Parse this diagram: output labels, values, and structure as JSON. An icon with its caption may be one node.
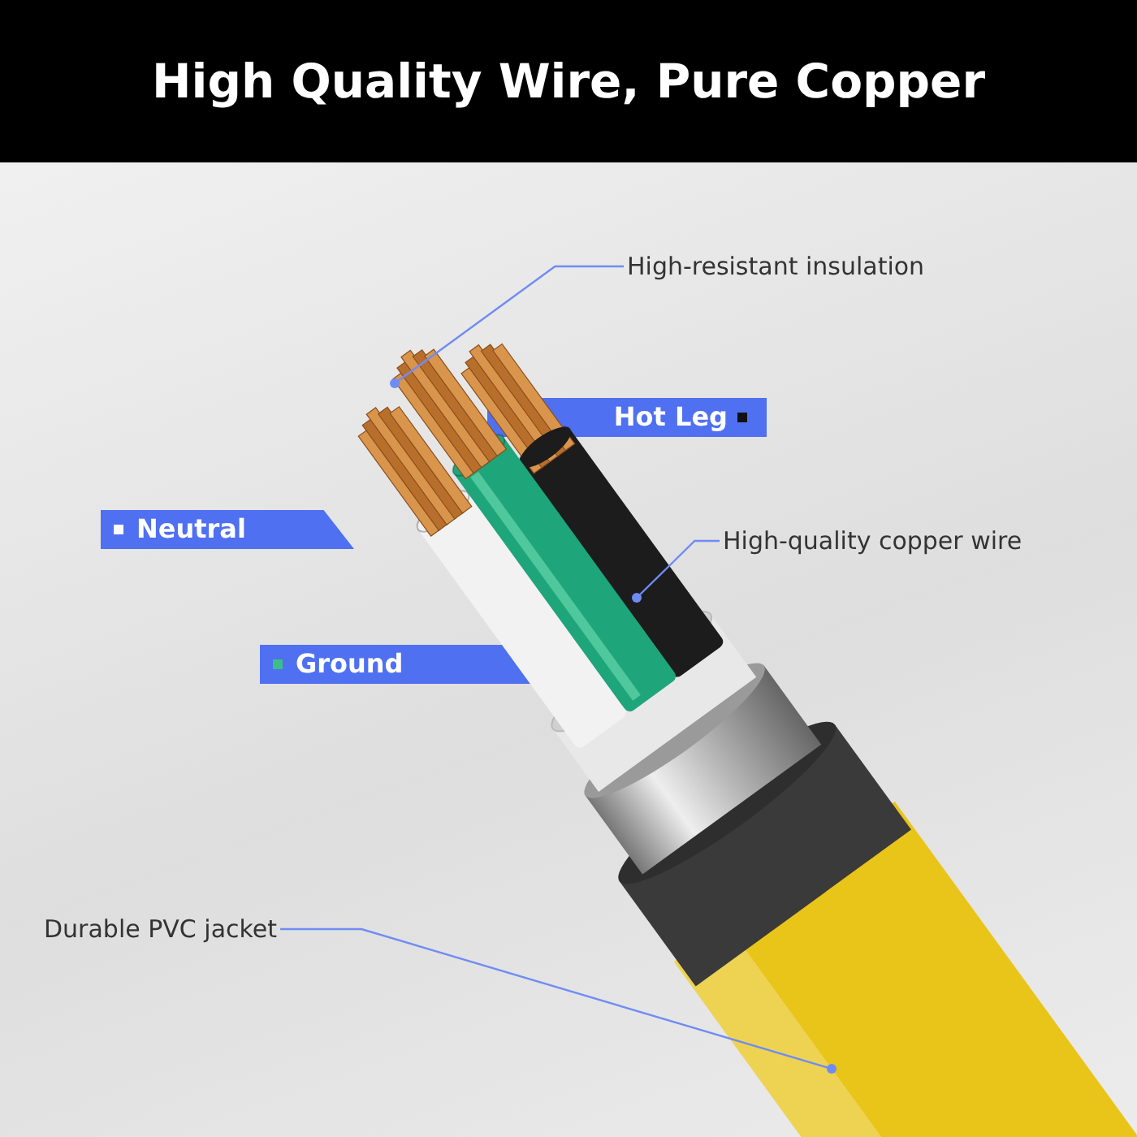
{
  "diagram": {
    "title": "High Quality Wire, Pure Copper",
    "nodes": [
      {
        "text": [
          "High-resistant insulation"
        ]
      },
      {
        "text": [],
        "shape": "picture"
      },
      {
        "text": [
          "Hot Leg"
        ]
      },
      {
        "text": [
          "Neutral"
        ]
      },
      {
        "text": [
          "High-quality copper wire"
        ]
      },
      {
        "text": [],
        "shape": "picture"
      },
      {
        "text": [
          "Ground"
        ]
      },
      {
        "text": [
          "Durable PVC jacket"
        ]
      },
      {
        "text": [],
        "shape": "picture"
      }
    ],
    "edges": [
      {
        "from": 0,
        "to": 1,
        "arrow": "other"
      },
      {
        "from": 4,
        "to": 5,
        "arrow": "other"
      },
      {
        "from": 7,
        "to": 8,
        "arrow": "other"
      }
    ]
  }
}
